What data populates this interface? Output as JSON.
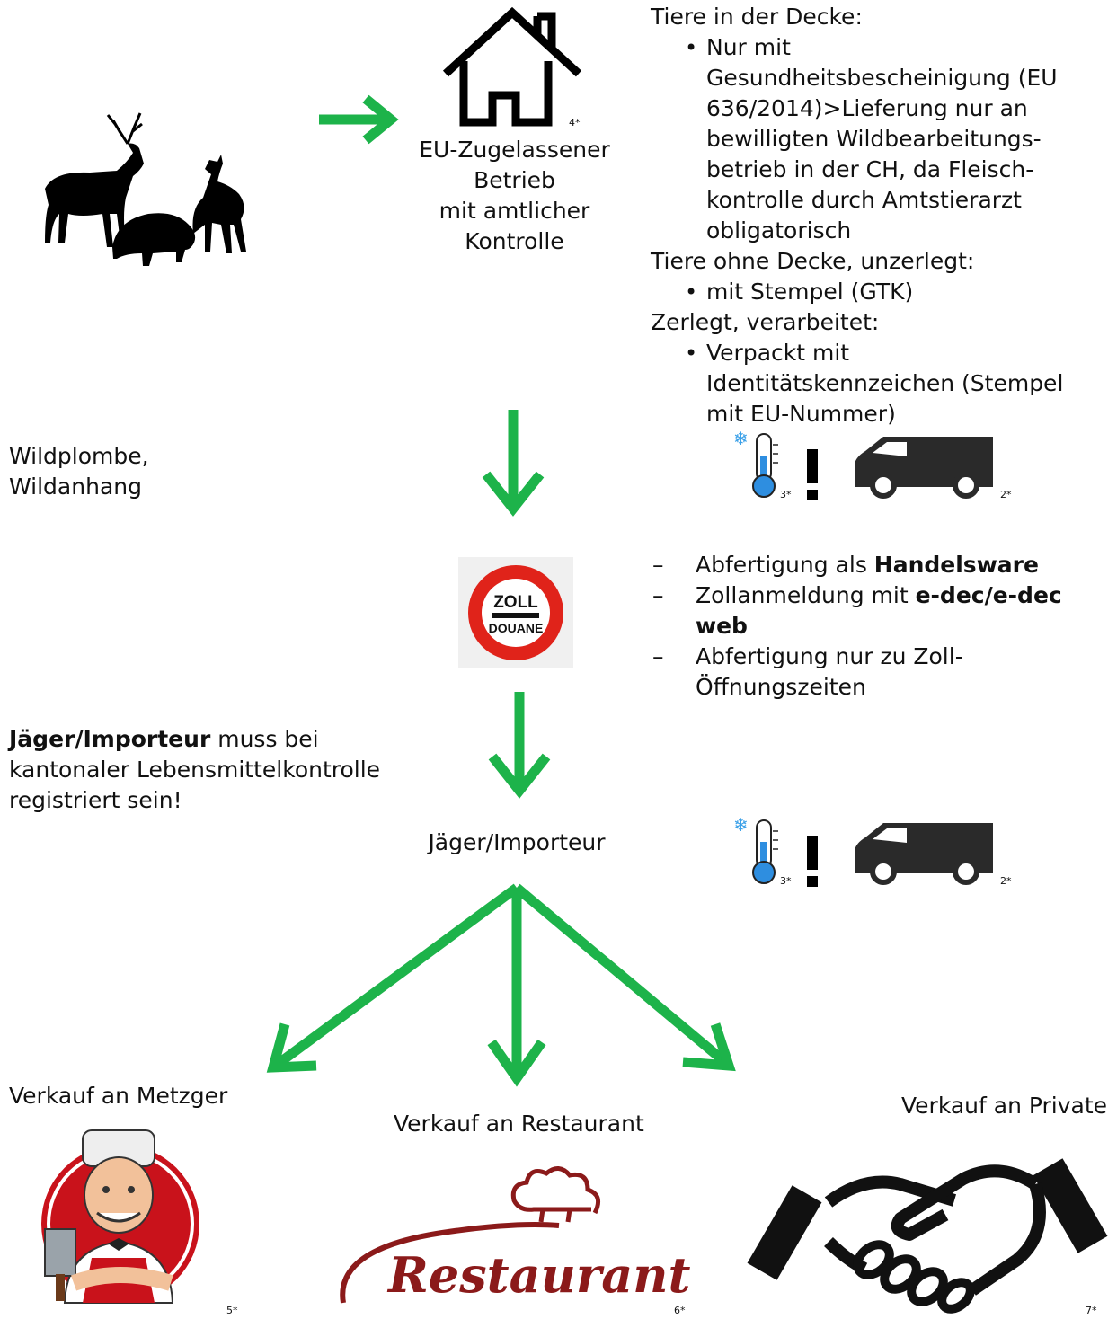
{
  "colors": {
    "arrow": "#1db34a",
    "dark": "#222222",
    "restaurant_red": "#8b1a1a",
    "zoll_red": "#e0231a"
  },
  "step1": {
    "building_label": [
      "EU-Zugelassener",
      "Betrieb",
      "mit amtlicher",
      "Kontrolle"
    ],
    "footnote": "4*"
  },
  "requirements": {
    "section1_title": "Tiere in der Decke:",
    "section1_bullets": [
      "Nur mit Gesundheitsbescheinigung (EU 636/2014)>Lieferung nur an bewilligten Wildbearbeitungs-betrieb in der CH, da Fleisch-kontrolle durch Amtstierarzt obligatorisch"
    ],
    "section2_title": "Tiere ohne Decke, unzerlegt:",
    "section2_bullets": [
      "mit Stempel (GTK)"
    ],
    "section3_title": "Zerlegt, verarbeitet:",
    "section3_bullets": [
      "Verpackt mit Identitätskennzeichen (Stempel mit EU-Nummer)"
    ]
  },
  "left_note_1": {
    "lines": [
      "Wildplombe,",
      "Wildanhang"
    ]
  },
  "transport": {
    "thermo_footnote": "3*",
    "van_footnote": "2*"
  },
  "zoll": {
    "sign_top": "ZOLL",
    "sign_bottom": "DOUANE",
    "items": [
      {
        "pre": "Abfertigung als ",
        "bold": "Handelsware",
        "post": ""
      },
      {
        "pre": "Zollanmeldung mit ",
        "bold": "e-dec/e-dec web",
        "post": ""
      },
      {
        "pre": "Abfertigung nur zu Zoll-Öffnungszeiten",
        "bold": "",
        "post": ""
      }
    ]
  },
  "left_note_2": {
    "bold": "Jäger/Importeur",
    "rest": " muss bei kantonaler Lebensmittelkontrolle registriert sein!"
  },
  "hub_label": "Jäger/Importeur",
  "destinations": {
    "metzger": {
      "label": "Verkauf an Metzger",
      "footnote": "5*"
    },
    "restaurant": {
      "label": "Verkauf an Restaurant",
      "logo_text": "Restaurant",
      "footnote": "6*"
    },
    "private": {
      "label": "Verkauf an Private",
      "footnote": "7*"
    }
  }
}
